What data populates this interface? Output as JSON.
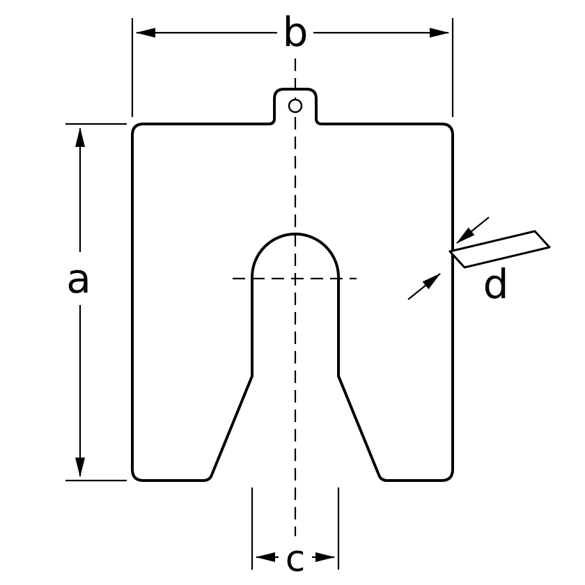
{
  "diagram": {
    "type": "technical-drawing",
    "subject": "slotted-shim-plate-with-dimension-callouts",
    "labels": {
      "a": "a",
      "b": "b",
      "c": "c",
      "d": "d"
    },
    "label_meanings": {
      "a": "plate-height-dimension",
      "b": "plate-width-dimension",
      "c": "slot-width-dimension",
      "d": "sheet-thickness-dimension"
    },
    "colors": {
      "plate_fill": "#ececec",
      "line": "#000000",
      "background": "#ffffff"
    }
  }
}
